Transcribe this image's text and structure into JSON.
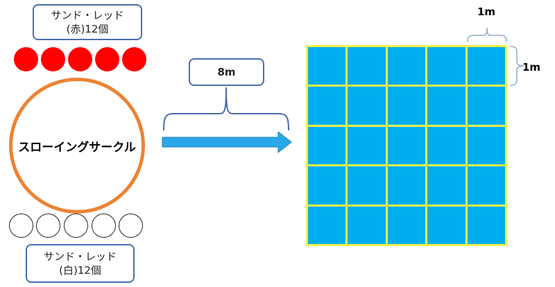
{
  "red_label": {
    "line1": "サンド・レッド",
    "line2": "(赤)12個"
  },
  "white_label": {
    "line1": "サンド・レッド",
    "line2": "(白)12個"
  },
  "circle": {
    "label": "スローイングサークル"
  },
  "distance": {
    "label": "8m"
  },
  "grid": {
    "rows": 5,
    "cols": 5,
    "unit_top": "1m",
    "unit_right": "1m"
  },
  "red_ball_count": 5,
  "white_ball_count": 5,
  "colors": {
    "red_ball": "#ff0000",
    "circle_border": "#ec8233",
    "cell": "#00aeef",
    "grid_line": "#f1f04b",
    "arrow": "#2aa7e8",
    "box_border": "#4a6bb0"
  }
}
